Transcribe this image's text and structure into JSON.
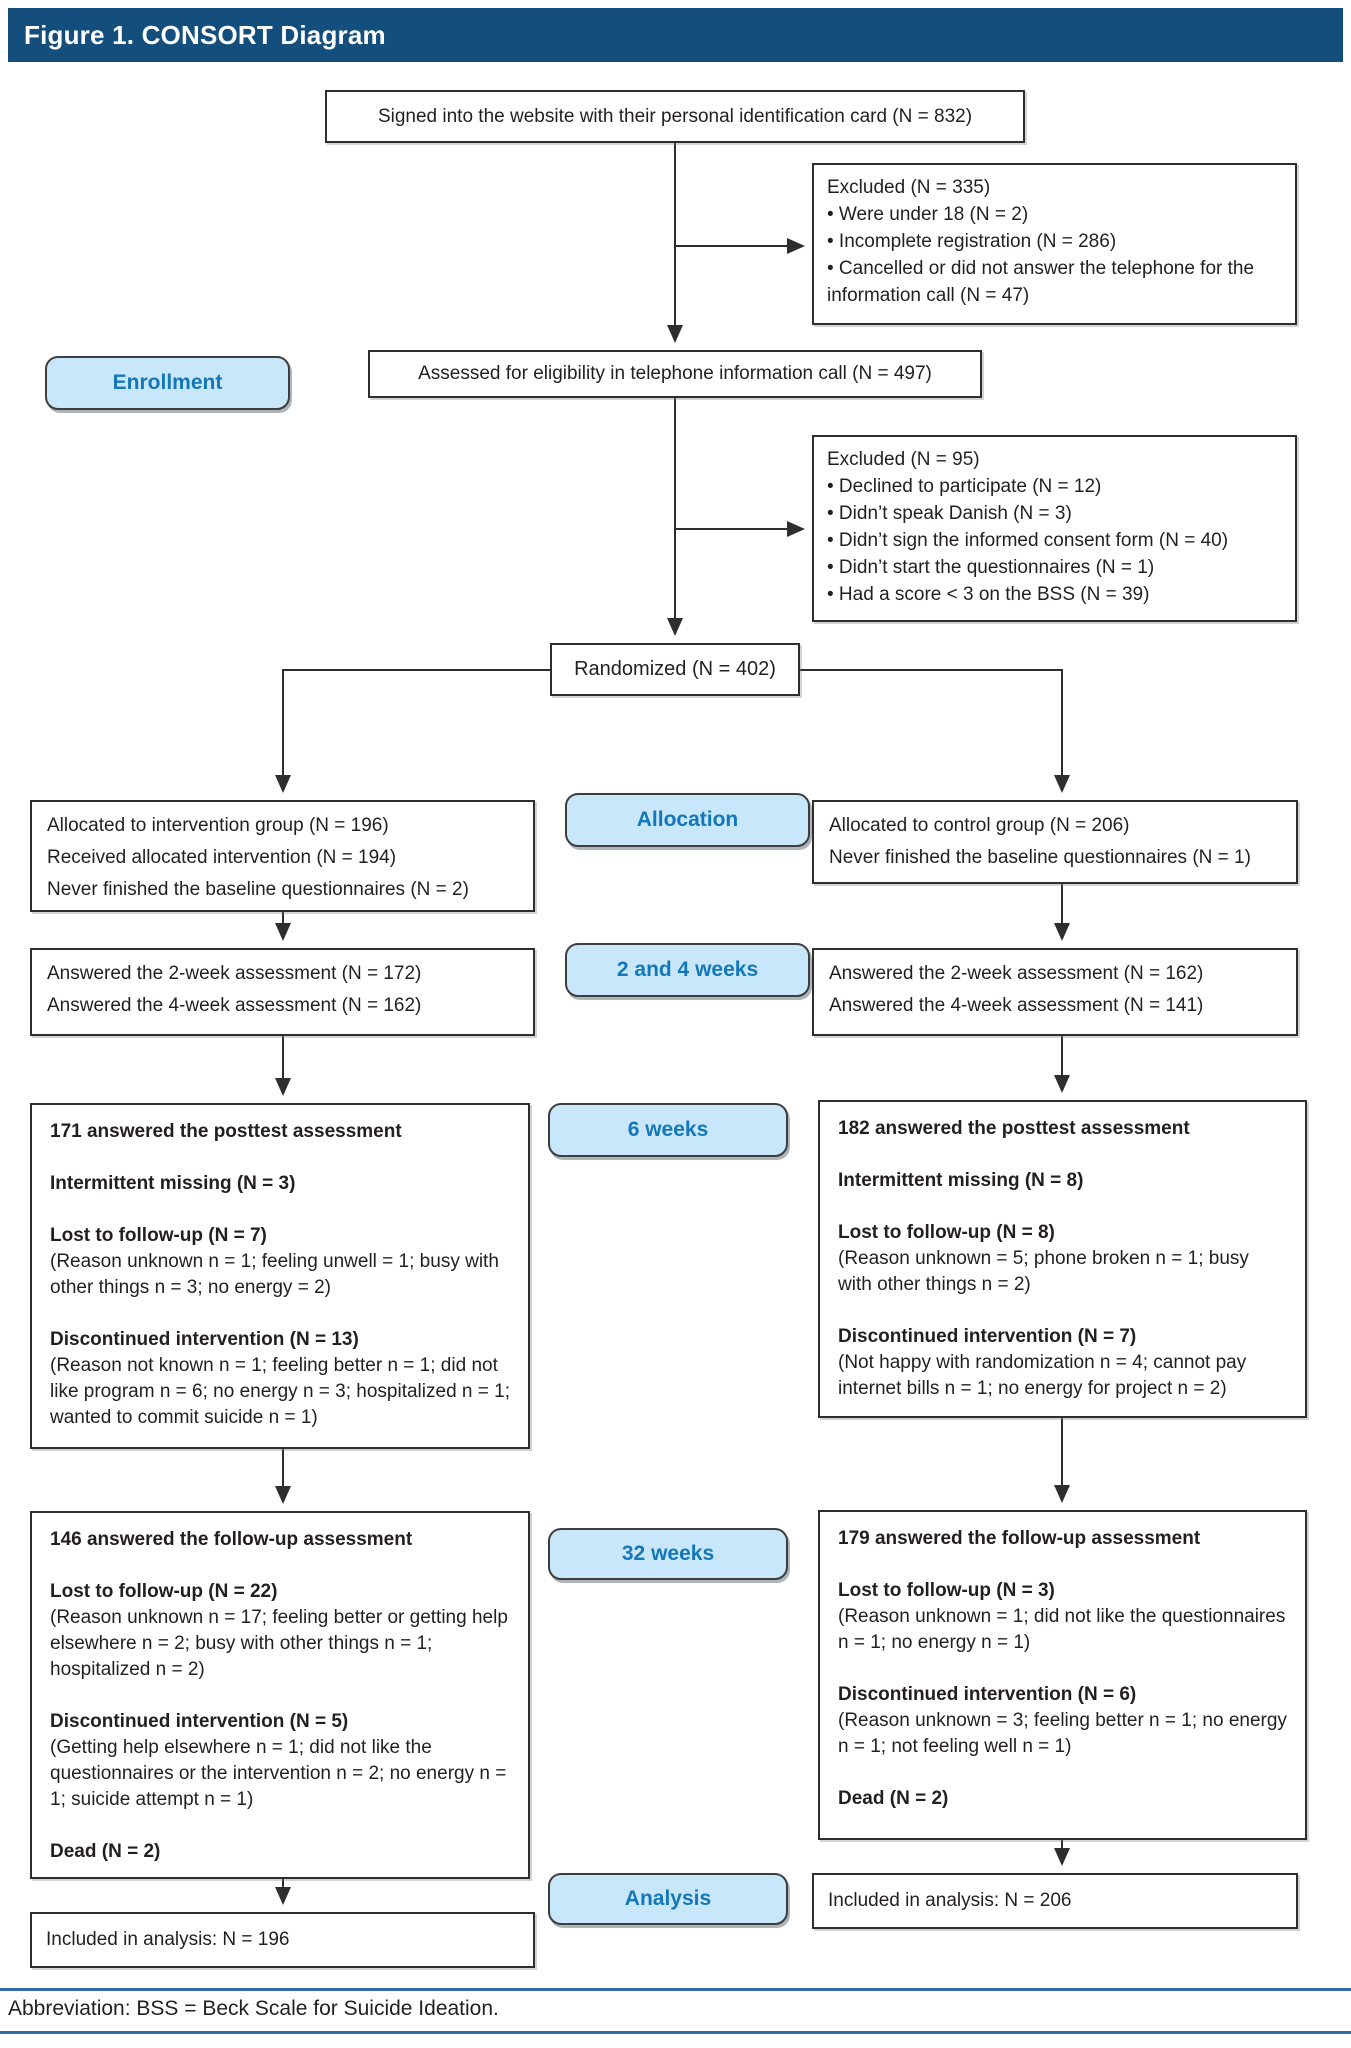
{
  "header": {
    "title": "Figure 1. CONSORT Diagram"
  },
  "stages": {
    "enrollment": "Enrollment",
    "allocation": "Allocation",
    "weeks_2_4": "2 and 4 weeks",
    "weeks_6": "6 weeks",
    "weeks_32": "32 weeks",
    "analysis": "Analysis"
  },
  "flow": {
    "signed_in": "Signed into the website with their personal identification card (N = 832)",
    "excluded_registration": {
      "title": "Excluded (N = 335)",
      "items": [
        "• Were under 18 (N = 2)",
        "• Incomplete registration (N = 286)",
        "• Cancelled or did not answer the telephone for the information call (N = 47)"
      ]
    },
    "assessed": "Assessed for eligibility in telephone information call (N = 497)",
    "excluded_eligibility": {
      "title": "Excluded (N = 95)",
      "items": [
        "• Declined to participate (N = 12)",
        "• Didn’t speak Danish (N = 3)",
        "• Didn’t sign the informed consent form (N = 40)",
        "• Didn’t start the questionnaires (N = 1)",
        "• Had a score < 3 on the BSS (N = 39)"
      ]
    },
    "randomized": "Randomized (N = 402)",
    "allocation_intervention": {
      "lines": [
        "Allocated to intervention group (N = 196)",
        "Received allocated intervention (N = 194)",
        "Never finished the baseline questionnaires (N = 2)"
      ]
    },
    "allocation_control": {
      "lines": [
        "Allocated to control group (N = 206)",
        "Never finished the baseline questionnaires (N = 1)"
      ]
    },
    "weeks_2_4_intervention": {
      "lines": [
        "Answered the 2-week assessment (N = 172)",
        "Answered the 4-week assessment (N = 162)"
      ]
    },
    "weeks_2_4_control": {
      "lines": [
        "Answered the 2-week assessment (N = 162)",
        "Answered the 4-week assessment (N = 141)"
      ]
    },
    "weeks_6_intervention": {
      "headline": "171 answered the posttest assessment",
      "intermittent_missing": "Intermittent missing (N = 3)",
      "lost_title": "Lost to follow-up (N = 7)",
      "lost_detail": "(Reason unknown n = 1; feeling unwell = 1; busy with other things n = 3; no energy = 2)",
      "discontinued_title": "Discontinued intervention (N = 13)",
      "discontinued_detail": "(Reason not known n = 1; feeling better n = 1; did not like program n = 6; no energy n = 3; hospitalized n = 1; wanted to commit suicide n = 1)"
    },
    "weeks_6_control": {
      "headline": "182 answered the posttest assessment",
      "intermittent_missing": "Intermittent missing (N = 8)",
      "lost_title": "Lost to follow-up (N = 8)",
      "lost_detail": "(Reason unknown = 5; phone broken n = 1; busy with other things n = 2)",
      "discontinued_title": "Discontinued intervention (N = 7)",
      "discontinued_detail": "(Not happy with randomization n = 4; cannot pay internet bills n = 1; no energy for project n = 2)"
    },
    "weeks_32_intervention": {
      "headline": "146 answered the follow-up assessment",
      "lost_title": "Lost to follow-up (N = 22)",
      "lost_detail": "(Reason unknown n = 17; feeling better or getting help elsewhere n = 2; busy with other things n = 1; hospitalized n = 2)",
      "discontinued_title": "Discontinued intervention (N = 5)",
      "discontinued_detail": "(Getting help elsewhere n = 1; did not like the questionnaires or the intervention n = 2; no energy n = 1; suicide attempt n = 1)",
      "dead": "Dead (N = 2)"
    },
    "weeks_32_control": {
      "headline": "179 answered the follow-up assessment",
      "lost_title": "Lost to follow-up (N = 3)",
      "lost_detail": "(Reason unknown = 1; did not like the questionnaires n = 1; no energy n = 1)",
      "discontinued_title": "Discontinued intervention (N = 6)",
      "discontinued_detail": "(Reason unknown = 3; feeling better n = 1; no energy n = 1; not feeling well n = 1)",
      "dead": "Dead (N = 2)"
    },
    "analysis_intervention": "Included in analysis: N = 196",
    "analysis_control": "Included in analysis: N = 206"
  },
  "footer": {
    "abbreviation": "Abbreviation: BSS = Beck Scale for Suicide Ideation."
  },
  "colors": {
    "header_bg": "#144e7c",
    "stage_fill": "#c9e7fa",
    "stage_text": "#1377b8",
    "line": "#2e2e2e",
    "rule": "#2f6fa3"
  }
}
